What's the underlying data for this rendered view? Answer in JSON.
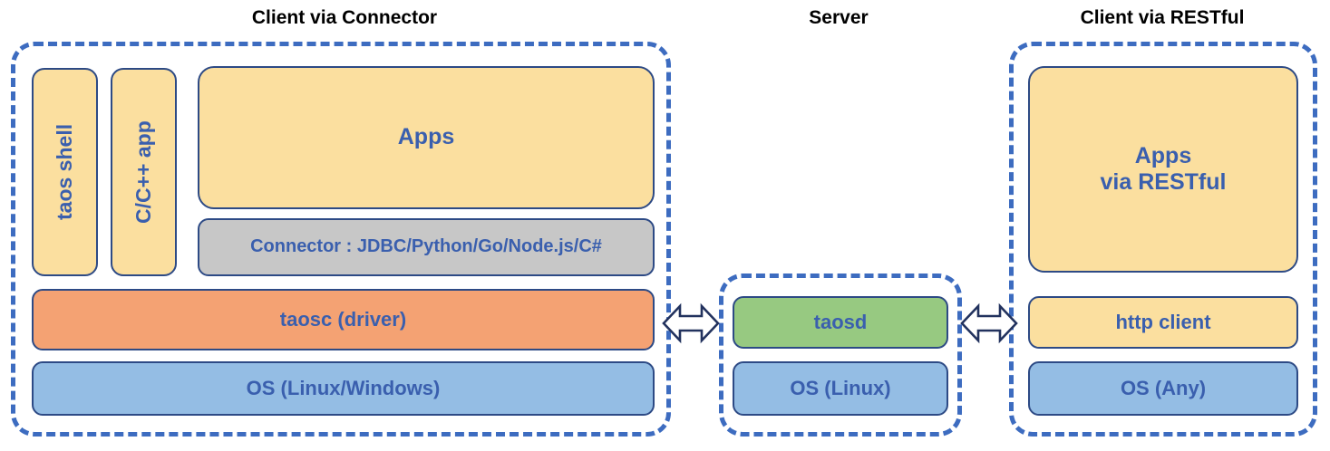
{
  "diagram": {
    "title_connector": "Client via Connector",
    "title_server": "Server",
    "title_restful": "Client via RESTful",
    "colors": {
      "panel_border": "#3d6cc0",
      "box_border": "#2d4a85",
      "text_blue": "#3a5fae",
      "yellow": "#fbdf9f",
      "gray": "#c7c7c7",
      "orange": "#f4a273",
      "blue": "#94bde4",
      "green": "#97c981",
      "title_black": "#000000"
    },
    "groups": {
      "client_connector": {
        "label": "Client via Connector",
        "boxes": {
          "taos_shell": "taos shell",
          "cpp_app": "C/C++ app",
          "apps": "Apps",
          "connector": "Connector : JDBC/Python/Go/Node.js/C#",
          "taosc": "taosc (driver)",
          "os": "OS (Linux/Windows)"
        }
      },
      "server": {
        "label": "Server",
        "boxes": {
          "taosd": "taosd",
          "os": "OS (Linux)"
        }
      },
      "client_restful": {
        "label": "Client via RESTful",
        "boxes": {
          "apps_line1": "Apps",
          "apps_line2": "via RESTful",
          "http_client": "http client",
          "os": "OS (Any)"
        }
      }
    },
    "connectors": {
      "left_arrow": "double-headed-arrow",
      "right_arrow": "double-headed-arrow"
    }
  }
}
